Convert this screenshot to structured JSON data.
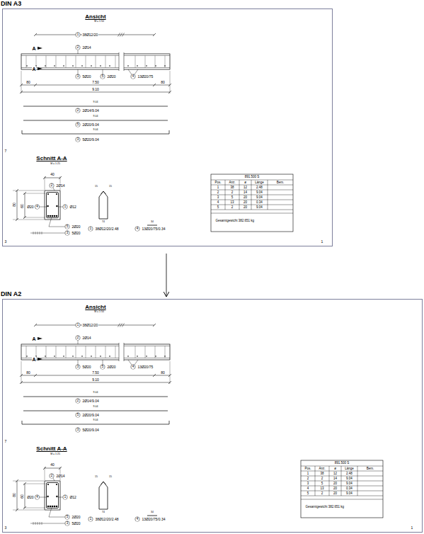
{
  "diagram": {
    "nodes": [
      {
        "text": [
          "DIN A3"
        ]
      },
      {
        "text": [
          "DIN A2"
        ]
      }
    ],
    "edges": [
      {
        "from": 0,
        "to": 1,
        "arrow": "to"
      }
    ],
    "labels": [
      "Ansicht",
      "M = 1:50",
      "1",
      "38Ø12/20",
      "A",
      "2",
      "2Ø14",
      "A",
      "3",
      "5Ø20",
      "5",
      "2Ø20",
      "4",
      "13Ø20/75",
      "80",
      "7.50",
      "80",
      "9.10",
      "9.04",
      "2",
      "2Ø14/9.04",
      "9.04",
      "5",
      "2Ø20/9.04",
      "9.04",
      "3",
      "5Ø20/9.04",
      "7",
      "Schnitt A-A",
      "M = 1:25",
      "40",
      "2",
      "2Ø14",
      "80",
      "60",
      "Ø20",
      "4",
      "1",
      "Ø12",
      "5",
      "2Ø20",
      "3",
      "5Ø20",
      "15",
      "15",
      "74",
      "1",
      "38Ø12/20/2.48",
      "34",
      "4",
      "13Ø20/75/0.34",
      "891.500 S",
      "Pos.",
      "Anz.",
      "ø",
      "Länge",
      "Bem.",
      "1",
      "38",
      "12",
      "2.48",
      "2",
      "2",
      "14",
      "9.04",
      "3",
      "5",
      "20",
      "9.04",
      "4",
      "13",
      "20",
      "0.34",
      "5",
      "2",
      "20",
      "9.04",
      "Gesamtgewicht 382.651 kg",
      "3",
      "1",
      "Ansicht",
      "M = 1:50",
      "1",
      "38Ø12/20",
      "A",
      "2",
      "2Ø14",
      "A",
      "3",
      "5Ø20",
      "5",
      "2Ø20",
      "4",
      "13Ø20/75",
      "80",
      "7.50",
      "80",
      "9.10",
      "9.04",
      "2",
      "2Ø14/9.04",
      "9.04",
      "5",
      "2Ø20/9.04",
      "9.04",
      "3",
      "5Ø20/9.04",
      "7",
      "Schnitt A-A",
      "M = 1:25",
      "40",
      "2",
      "2Ø14",
      "80",
      "60",
      "Ø20",
      "4",
      "1",
      "Ø12",
      "5",
      "2Ø20",
      "3",
      "5Ø20",
      "15",
      "15",
      "74",
      "1",
      "38Ø12/20/2.48",
      "34",
      "4",
      "13Ø20/75/0.34",
      "891.500 S",
      "Pos.",
      "Anz.",
      "ø",
      "Länge",
      "Bem.",
      "1",
      "38",
      "12",
      "2.48",
      "2",
      "2",
      "14",
      "9.04",
      "3",
      "5",
      "20",
      "9.04",
      "4",
      "13",
      "20",
      "0.34",
      "5",
      "2",
      "20",
      "9.04",
      "Gesamtgewicht 382.651 kg",
      "3",
      "1"
    ]
  }
}
